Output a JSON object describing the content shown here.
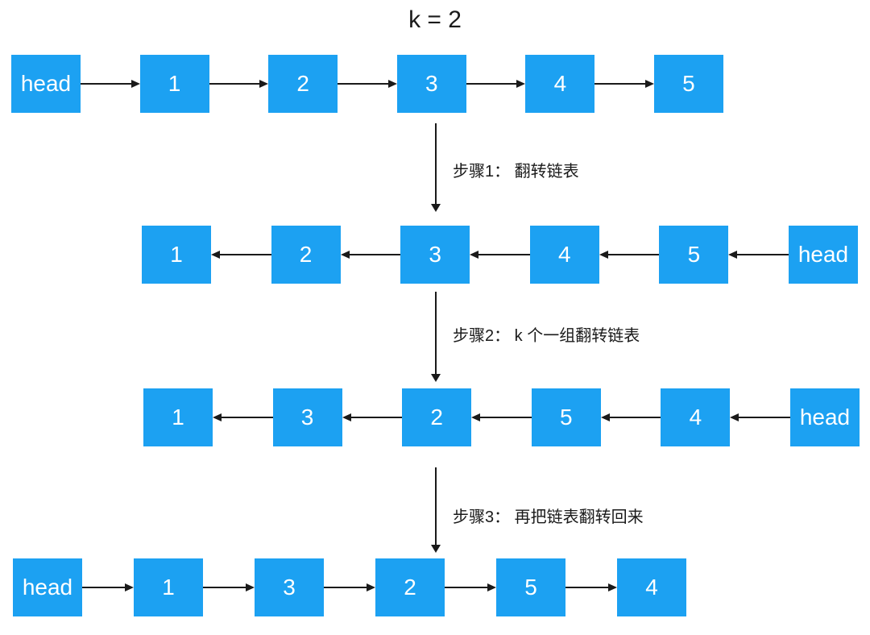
{
  "title": "k = 2",
  "colors": {
    "node_fill": "#1CA1F2",
    "node_text": "#FFFFFF",
    "arrow": "#1A1A1A",
    "background": "#FFFFFF"
  },
  "rows": [
    {
      "direction": "right",
      "nodes": [
        "head",
        "1",
        "2",
        "3",
        "4",
        "5"
      ]
    },
    {
      "direction": "left",
      "nodes": [
        "1",
        "2",
        "3",
        "4",
        "5",
        "head"
      ]
    },
    {
      "direction": "left",
      "nodes": [
        "1",
        "3",
        "2",
        "5",
        "4",
        "head"
      ]
    },
    {
      "direction": "right",
      "nodes": [
        "head",
        "1",
        "3",
        "2",
        "5",
        "4"
      ]
    }
  ],
  "steps": [
    {
      "label": "步骤1： 翻转链表"
    },
    {
      "label": "步骤2： k 个一组翻转链表"
    },
    {
      "label": "步骤3： 再把链表翻转回来"
    }
  ]
}
